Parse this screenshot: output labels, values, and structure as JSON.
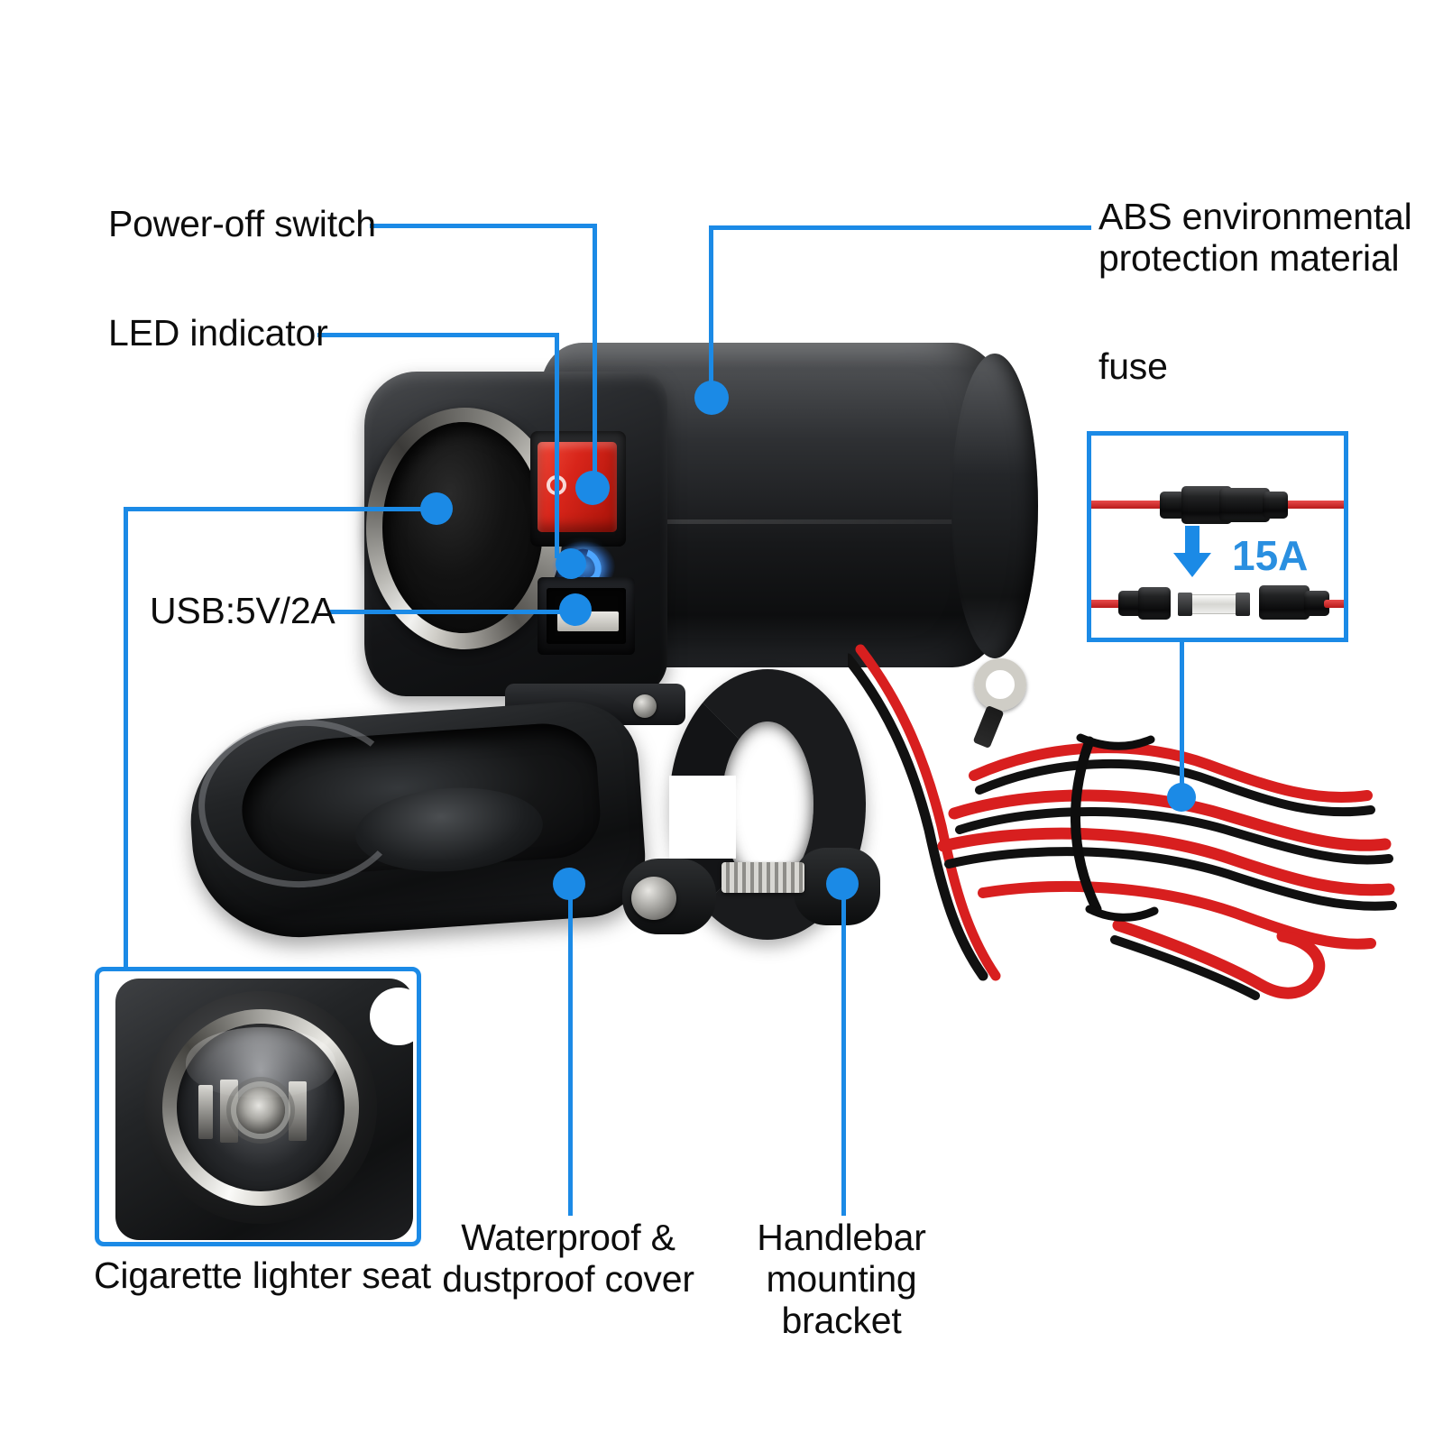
{
  "diagram": {
    "title": "Motorcycle handlebar cigarette lighter and USB charger - labeled parts diagram",
    "accent_color": "#1b8ae6",
    "background_color": "#ffffff",
    "text_color": "#0d0d0d"
  },
  "callouts": [
    {
      "id": "power-off-switch",
      "label": "Power-off switch"
    },
    {
      "id": "led-indicator",
      "label": "LED indicator"
    },
    {
      "id": "usb-rating",
      "label": "USB:5V/2A"
    },
    {
      "id": "abs-material",
      "label": "ABS environmental\nprotection material"
    },
    {
      "id": "fuse",
      "label": "fuse"
    },
    {
      "id": "cigarette-lighter-seat",
      "label": "Cigarette lighter seat"
    },
    {
      "id": "waterproof-cover",
      "label": "Waterproof &\ndustproof cover"
    },
    {
      "id": "handlebar-bracket",
      "label": "Handlebar\nmounting bracket"
    }
  ],
  "fuse_inset": {
    "rating_label": "15A",
    "rating_color": "#2a8fe0",
    "arrow_direction": "down",
    "top_state": "assembled inline fuse holder",
    "bottom_state": "opened fuse holder with glass fuse"
  },
  "seat_inset": {
    "description": "close-up of cigarette lighter socket seat"
  },
  "product": {
    "switch": {
      "color": "#d8251a",
      "off_symbol": "O",
      "on_symbol": "−"
    },
    "led": {
      "color": "#4ea6ff"
    },
    "wires": {
      "positive_color": "#d81f1f",
      "negative_color": "#111111"
    }
  }
}
